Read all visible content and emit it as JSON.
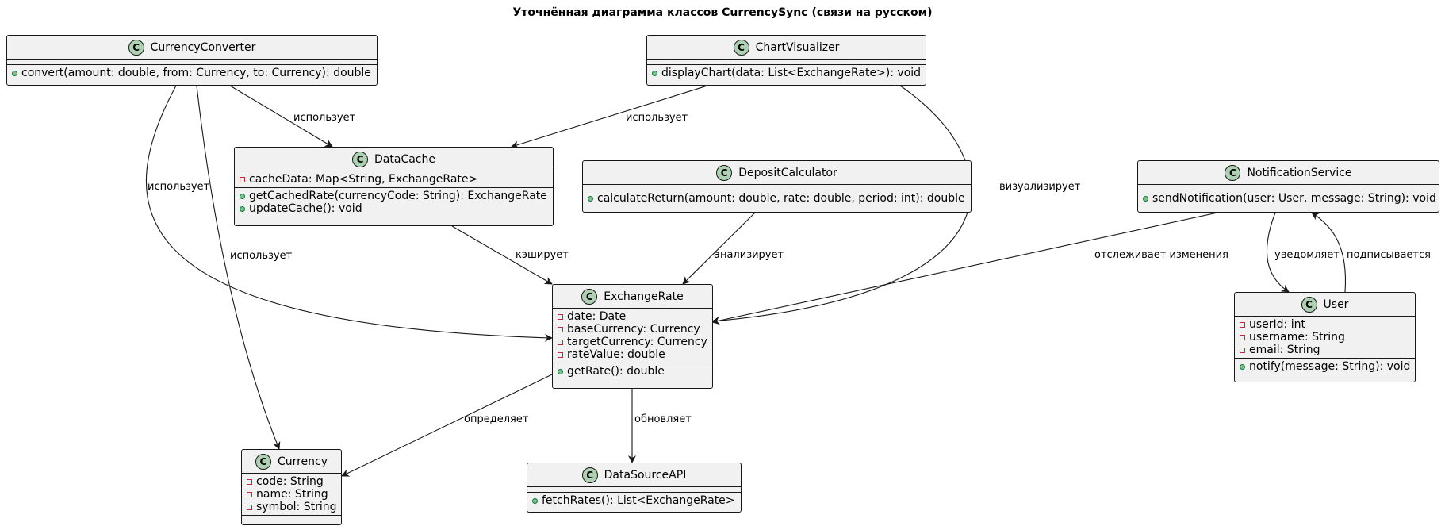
{
  "title": "Уточнённая диаграмма классов CurrencySync (связи на русском)",
  "class_badge": "C",
  "classes": {
    "currency_converter": {
      "name": "CurrencyConverter",
      "attributes": [],
      "methods": [
        {
          "vis": "public",
          "text": "convert(amount: double, from: Currency, to: Currency): double"
        }
      ]
    },
    "chart_visualizer": {
      "name": "ChartVisualizer",
      "attributes": [],
      "methods": [
        {
          "vis": "public",
          "text": "displayChart(data: List<ExchangeRate>): void"
        }
      ]
    },
    "data_cache": {
      "name": "DataCache",
      "attributes": [
        {
          "vis": "private",
          "text": "cacheData: Map<String, ExchangeRate>"
        }
      ],
      "methods": [
        {
          "vis": "public",
          "text": "getCachedRate(currencyCode: String): ExchangeRate"
        },
        {
          "vis": "public",
          "text": "updateCache(): void"
        }
      ]
    },
    "deposit_calculator": {
      "name": "DepositCalculator",
      "attributes": [],
      "methods": [
        {
          "vis": "public",
          "text": "calculateReturn(amount: double, rate: double, period: int): double"
        }
      ]
    },
    "notification_service": {
      "name": "NotificationService",
      "attributes": [],
      "methods": [
        {
          "vis": "public",
          "text": "sendNotification(user: User, message: String): void"
        }
      ]
    },
    "exchange_rate": {
      "name": "ExchangeRate",
      "attributes": [
        {
          "vis": "private",
          "text": "date: Date"
        },
        {
          "vis": "private",
          "text": "baseCurrency: Currency"
        },
        {
          "vis": "private",
          "text": "targetCurrency: Currency"
        },
        {
          "vis": "private",
          "text": "rateValue: double"
        }
      ],
      "methods": [
        {
          "vis": "public",
          "text": "getRate(): double"
        }
      ]
    },
    "user": {
      "name": "User",
      "attributes": [
        {
          "vis": "private",
          "text": "userId: int"
        },
        {
          "vis": "private",
          "text": "username: String"
        },
        {
          "vis": "private",
          "text": "email: String"
        }
      ],
      "methods": [
        {
          "vis": "public",
          "text": "notify(message: String): void"
        }
      ]
    },
    "currency": {
      "name": "Currency",
      "attributes": [
        {
          "vis": "private",
          "text": "code: String"
        },
        {
          "vis": "private",
          "text": "name: String"
        },
        {
          "vis": "private",
          "text": "symbol: String"
        }
      ],
      "methods": []
    },
    "data_source_api": {
      "name": "DataSourceAPI",
      "attributes": [],
      "methods": [
        {
          "vis": "public",
          "text": "fetchRates(): List<ExchangeRate>"
        }
      ]
    }
  },
  "relations": [
    {
      "from": "CurrencyConverter",
      "to": "DataCache",
      "label": "использует"
    },
    {
      "from": "CurrencyConverter",
      "to": "ExchangeRate",
      "label": "использует"
    },
    {
      "from": "CurrencyConverter",
      "to": "Currency",
      "label": "использует"
    },
    {
      "from": "ChartVisualizer",
      "to": "DataCache",
      "label": "использует"
    },
    {
      "from": "ChartVisualizer",
      "to": "ExchangeRate",
      "label": "визуализирует"
    },
    {
      "from": "DataCache",
      "to": "ExchangeRate",
      "label": "кэширует"
    },
    {
      "from": "DepositCalculator",
      "to": "ExchangeRate",
      "label": "анализирует"
    },
    {
      "from": "NotificationService",
      "to": "ExchangeRate",
      "label": "отслеживает изменения"
    },
    {
      "from": "NotificationService",
      "to": "User",
      "label": "уведомляет"
    },
    {
      "from": "User",
      "to": "NotificationService",
      "label": "подписывается"
    },
    {
      "from": "ExchangeRate",
      "to": "Currency",
      "label": "определяет"
    },
    {
      "from": "ExchangeRate",
      "to": "DataSourceAPI",
      "label": "обновляет"
    }
  ]
}
